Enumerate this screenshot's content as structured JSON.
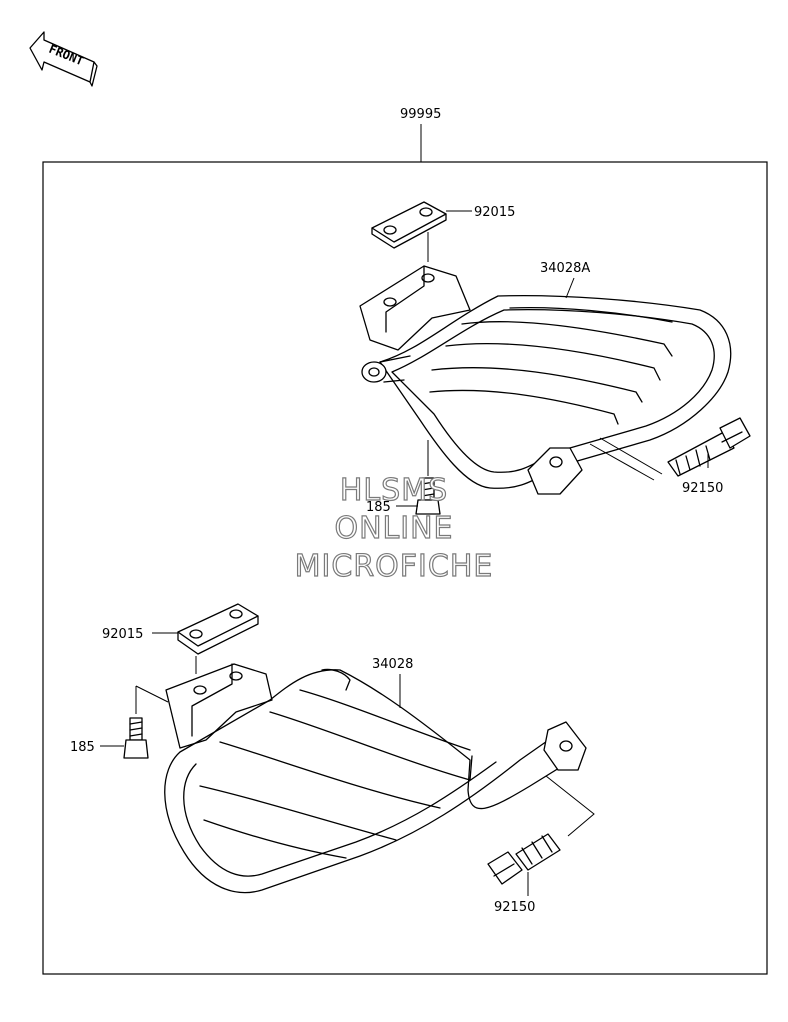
{
  "front_arrow": {
    "text": "FRONT",
    "icon": "front-direction-arrow-icon"
  },
  "assembly": {
    "part_number": "99995"
  },
  "upper": {
    "bracket_pad": "92015",
    "rack": "34028A",
    "bolt_long": "92150",
    "bolt_short": "185"
  },
  "lower": {
    "bracket_pad": "92015",
    "rack": "34028",
    "bolt_short": "185",
    "bolt_long": "92150"
  },
  "watermark": {
    "line1": "HLSMS",
    "line2": "ONLINE",
    "line3": "MICROFICHE"
  }
}
